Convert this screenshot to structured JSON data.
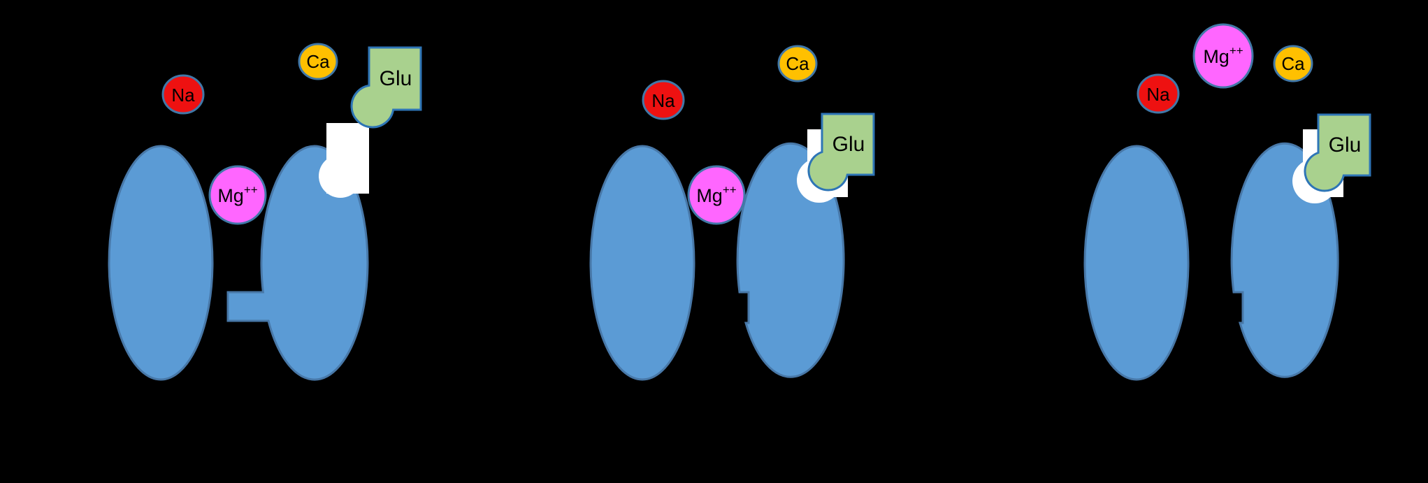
{
  "diagram_type": "NMDA-receptor ion channel states (3 panels)",
  "colors": {
    "background": "#000000",
    "receptor_subunit_fill": "#5B9BD5",
    "receptor_subunit_stroke": "#4878A8",
    "na_ion_fill": "#EE1111",
    "ca_ion_fill": "#FFC000",
    "mg_ion_fill": "#FF66FF",
    "ion_stroke": "#4178A8",
    "glutamate_fill": "#A9D18E",
    "glutamate_stroke": "#2E75B6",
    "binding_site_fill": "#FFFFFF",
    "label_color": "#000000"
  },
  "panels": [
    {
      "state": "glutamate-unbound-gate-closed",
      "labels": {
        "na": "Na",
        "ca": "Ca",
        "mg": "Mg",
        "mg_charge": "++",
        "glu": "Glu"
      }
    },
    {
      "state": "glutamate-bound-mg-blocking",
      "labels": {
        "na": "Na",
        "ca": "Ca",
        "mg": "Mg",
        "mg_charge": "++",
        "glu": "Glu"
      }
    },
    {
      "state": "glutamate-bound-mg-expelled",
      "labels": {
        "na": "Na",
        "ca": "Ca",
        "mg": "Mg",
        "mg_charge": "++",
        "glu": "Glu"
      }
    }
  ]
}
